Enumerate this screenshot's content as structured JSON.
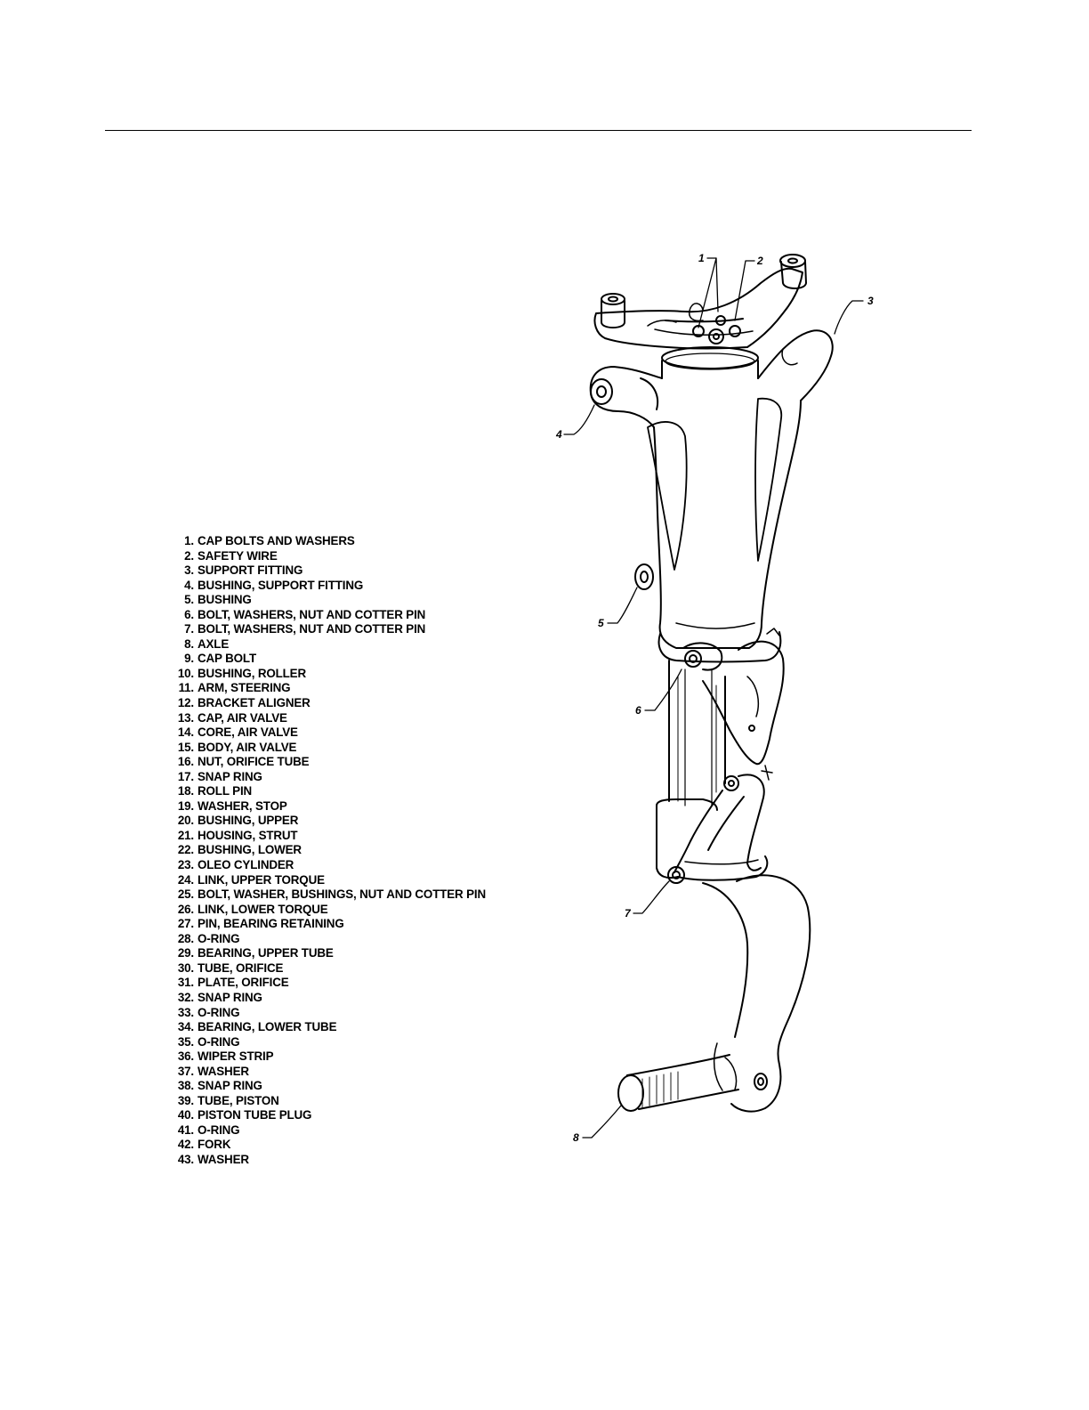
{
  "legend": [
    {
      "num": "1.",
      "label": "CAP BOLTS AND WASHERS"
    },
    {
      "num": "2.",
      "label": "SAFETY WIRE"
    },
    {
      "num": "3.",
      "label": "SUPPORT FITTING"
    },
    {
      "num": "4.",
      "label": "BUSHING, SUPPORT FITTING"
    },
    {
      "num": "5.",
      "label": "BUSHING"
    },
    {
      "num": "6.",
      "label": "BOLT, WASHERS, NUT AND COTTER PIN"
    },
    {
      "num": "7.",
      "label": "BOLT, WASHERS, NUT AND COTTER PIN"
    },
    {
      "num": "8.",
      "label": "AXLE"
    },
    {
      "num": "9.",
      "label": "CAP BOLT"
    },
    {
      "num": "10.",
      "label": "BUSHING, ROLLER"
    },
    {
      "num": "11.",
      "label": "ARM, STEERING"
    },
    {
      "num": "12.",
      "label": "BRACKET ALIGNER"
    },
    {
      "num": "13.",
      "label": "CAP, AIR VALVE"
    },
    {
      "num": "14.",
      "label": "CORE, AIR VALVE"
    },
    {
      "num": "15.",
      "label": "BODY, AIR VALVE"
    },
    {
      "num": "16.",
      "label": "NUT, ORIFICE TUBE"
    },
    {
      "num": "17.",
      "label": "SNAP RING"
    },
    {
      "num": "18.",
      "label": "ROLL PIN"
    },
    {
      "num": "19.",
      "label": "WASHER, STOP"
    },
    {
      "num": "20.",
      "label": "BUSHING, UPPER"
    },
    {
      "num": "21.",
      "label": "HOUSING, STRUT"
    },
    {
      "num": "22.",
      "label": "BUSHING, LOWER"
    },
    {
      "num": "23.",
      "label": "OLEO CYLINDER"
    },
    {
      "num": "24.",
      "label": "LINK, UPPER TORQUE"
    },
    {
      "num": "25.",
      "label": "BOLT, WASHER, BUSHINGS, NUT AND COTTER PIN"
    },
    {
      "num": "26.",
      "label": "LINK, LOWER TORQUE"
    },
    {
      "num": "27.",
      "label": "PIN, BEARING RETAINING"
    },
    {
      "num": "28.",
      "label": "O-RING"
    },
    {
      "num": "29.",
      "label": "BEARING, UPPER TUBE"
    },
    {
      "num": "30.",
      "label": "TUBE, ORIFICE"
    },
    {
      "num": "31.",
      "label": "PLATE, ORIFICE"
    },
    {
      "num": "32.",
      "label": "SNAP RING"
    },
    {
      "num": "33.",
      "label": "O-RING"
    },
    {
      "num": "34.",
      "label": "BEARING, LOWER TUBE"
    },
    {
      "num": "35.",
      "label": "O-RING"
    },
    {
      "num": "36.",
      "label": "WIPER STRIP"
    },
    {
      "num": "37.",
      "label": "WASHER"
    },
    {
      "num": "38.",
      "label": "SNAP RING"
    },
    {
      "num": "39.",
      "label": "TUBE, PISTON"
    },
    {
      "num": "40.",
      "label": "PISTON TUBE PLUG"
    },
    {
      "num": "41.",
      "label": "O-RING"
    },
    {
      "num": "42.",
      "label": "FORK"
    },
    {
      "num": "43.",
      "label": "WASHER"
    }
  ],
  "callouts": {
    "c1": "1",
    "c2": "2",
    "c3": "3",
    "c4": "4",
    "c5": "5",
    "c6": "6",
    "c7": "7",
    "c8": "8"
  }
}
